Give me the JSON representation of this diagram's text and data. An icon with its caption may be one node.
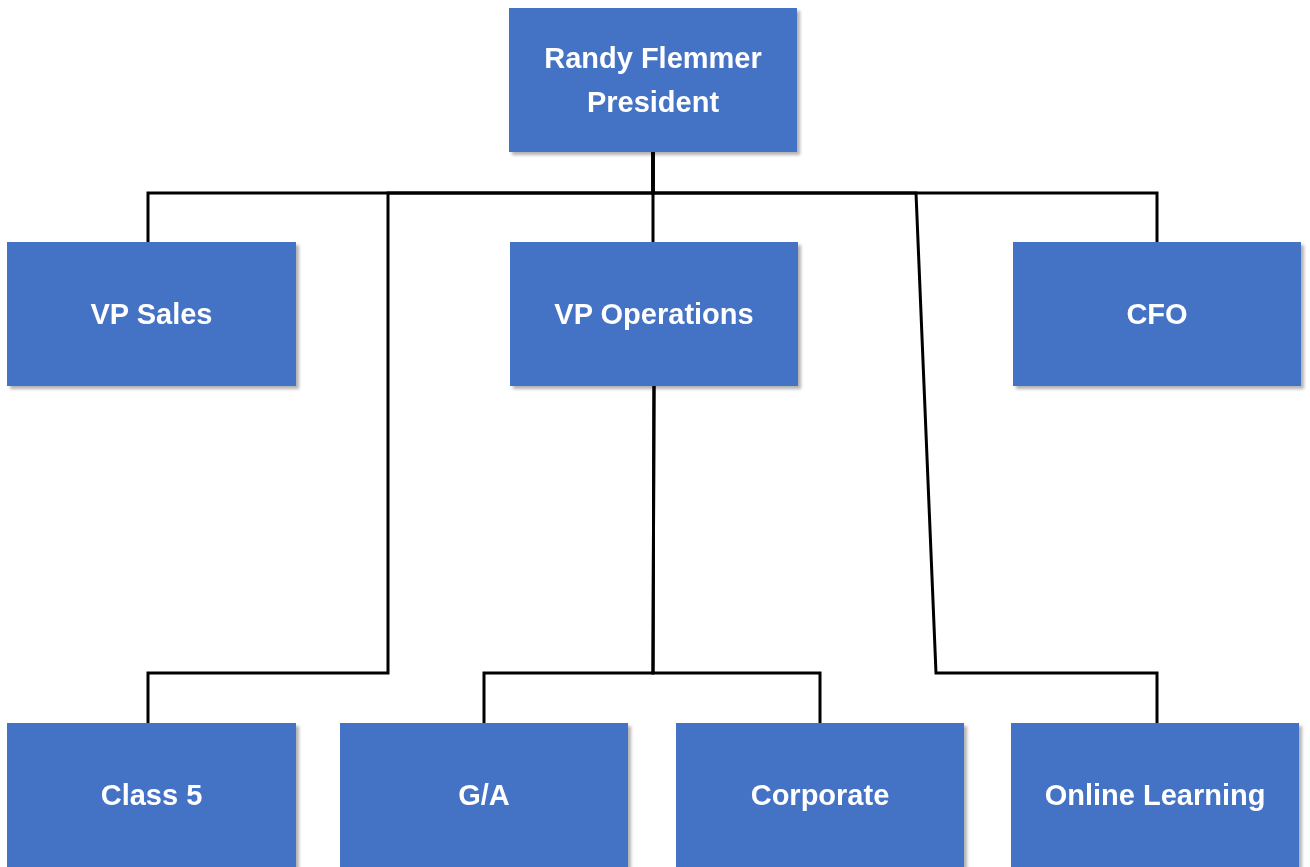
{
  "diagram": {
    "nodes": [
      {
        "text": [
          "Randy Flemmer",
          "President"
        ]
      },
      {
        "text": [
          "VP Sales"
        ]
      },
      {
        "text": [
          "VP Operations"
        ]
      },
      {
        "text": [
          "CFO"
        ]
      },
      {
        "text": [
          "Class 5"
        ]
      },
      {
        "text": [
          "G/A"
        ]
      },
      {
        "text": [
          "Corporate"
        ]
      },
      {
        "text": [
          "Online Learning"
        ]
      }
    ],
    "edges": [
      {
        "from": 0,
        "to": 1,
        "arrow": "none"
      },
      {
        "from": 0,
        "to": 2,
        "arrow": "none"
      },
      {
        "from": 0,
        "to": 3,
        "arrow": "none"
      },
      {
        "from": 0,
        "to": 4,
        "arrow": "none"
      },
      {
        "from": 0,
        "to": 7,
        "arrow": "none"
      },
      {
        "from": 2,
        "to": 5,
        "arrow": "none"
      },
      {
        "from": 2,
        "to": 6,
        "arrow": "none"
      }
    ]
  }
}
